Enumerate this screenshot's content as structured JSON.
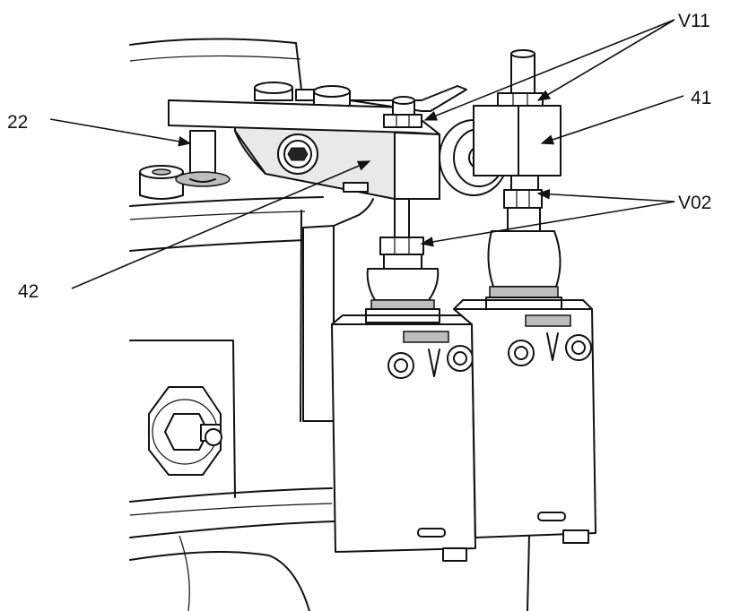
{
  "labels": {
    "l22": "22",
    "l42": "42",
    "lV11": "V11",
    "l41": "41",
    "lV02": "V02"
  }
}
